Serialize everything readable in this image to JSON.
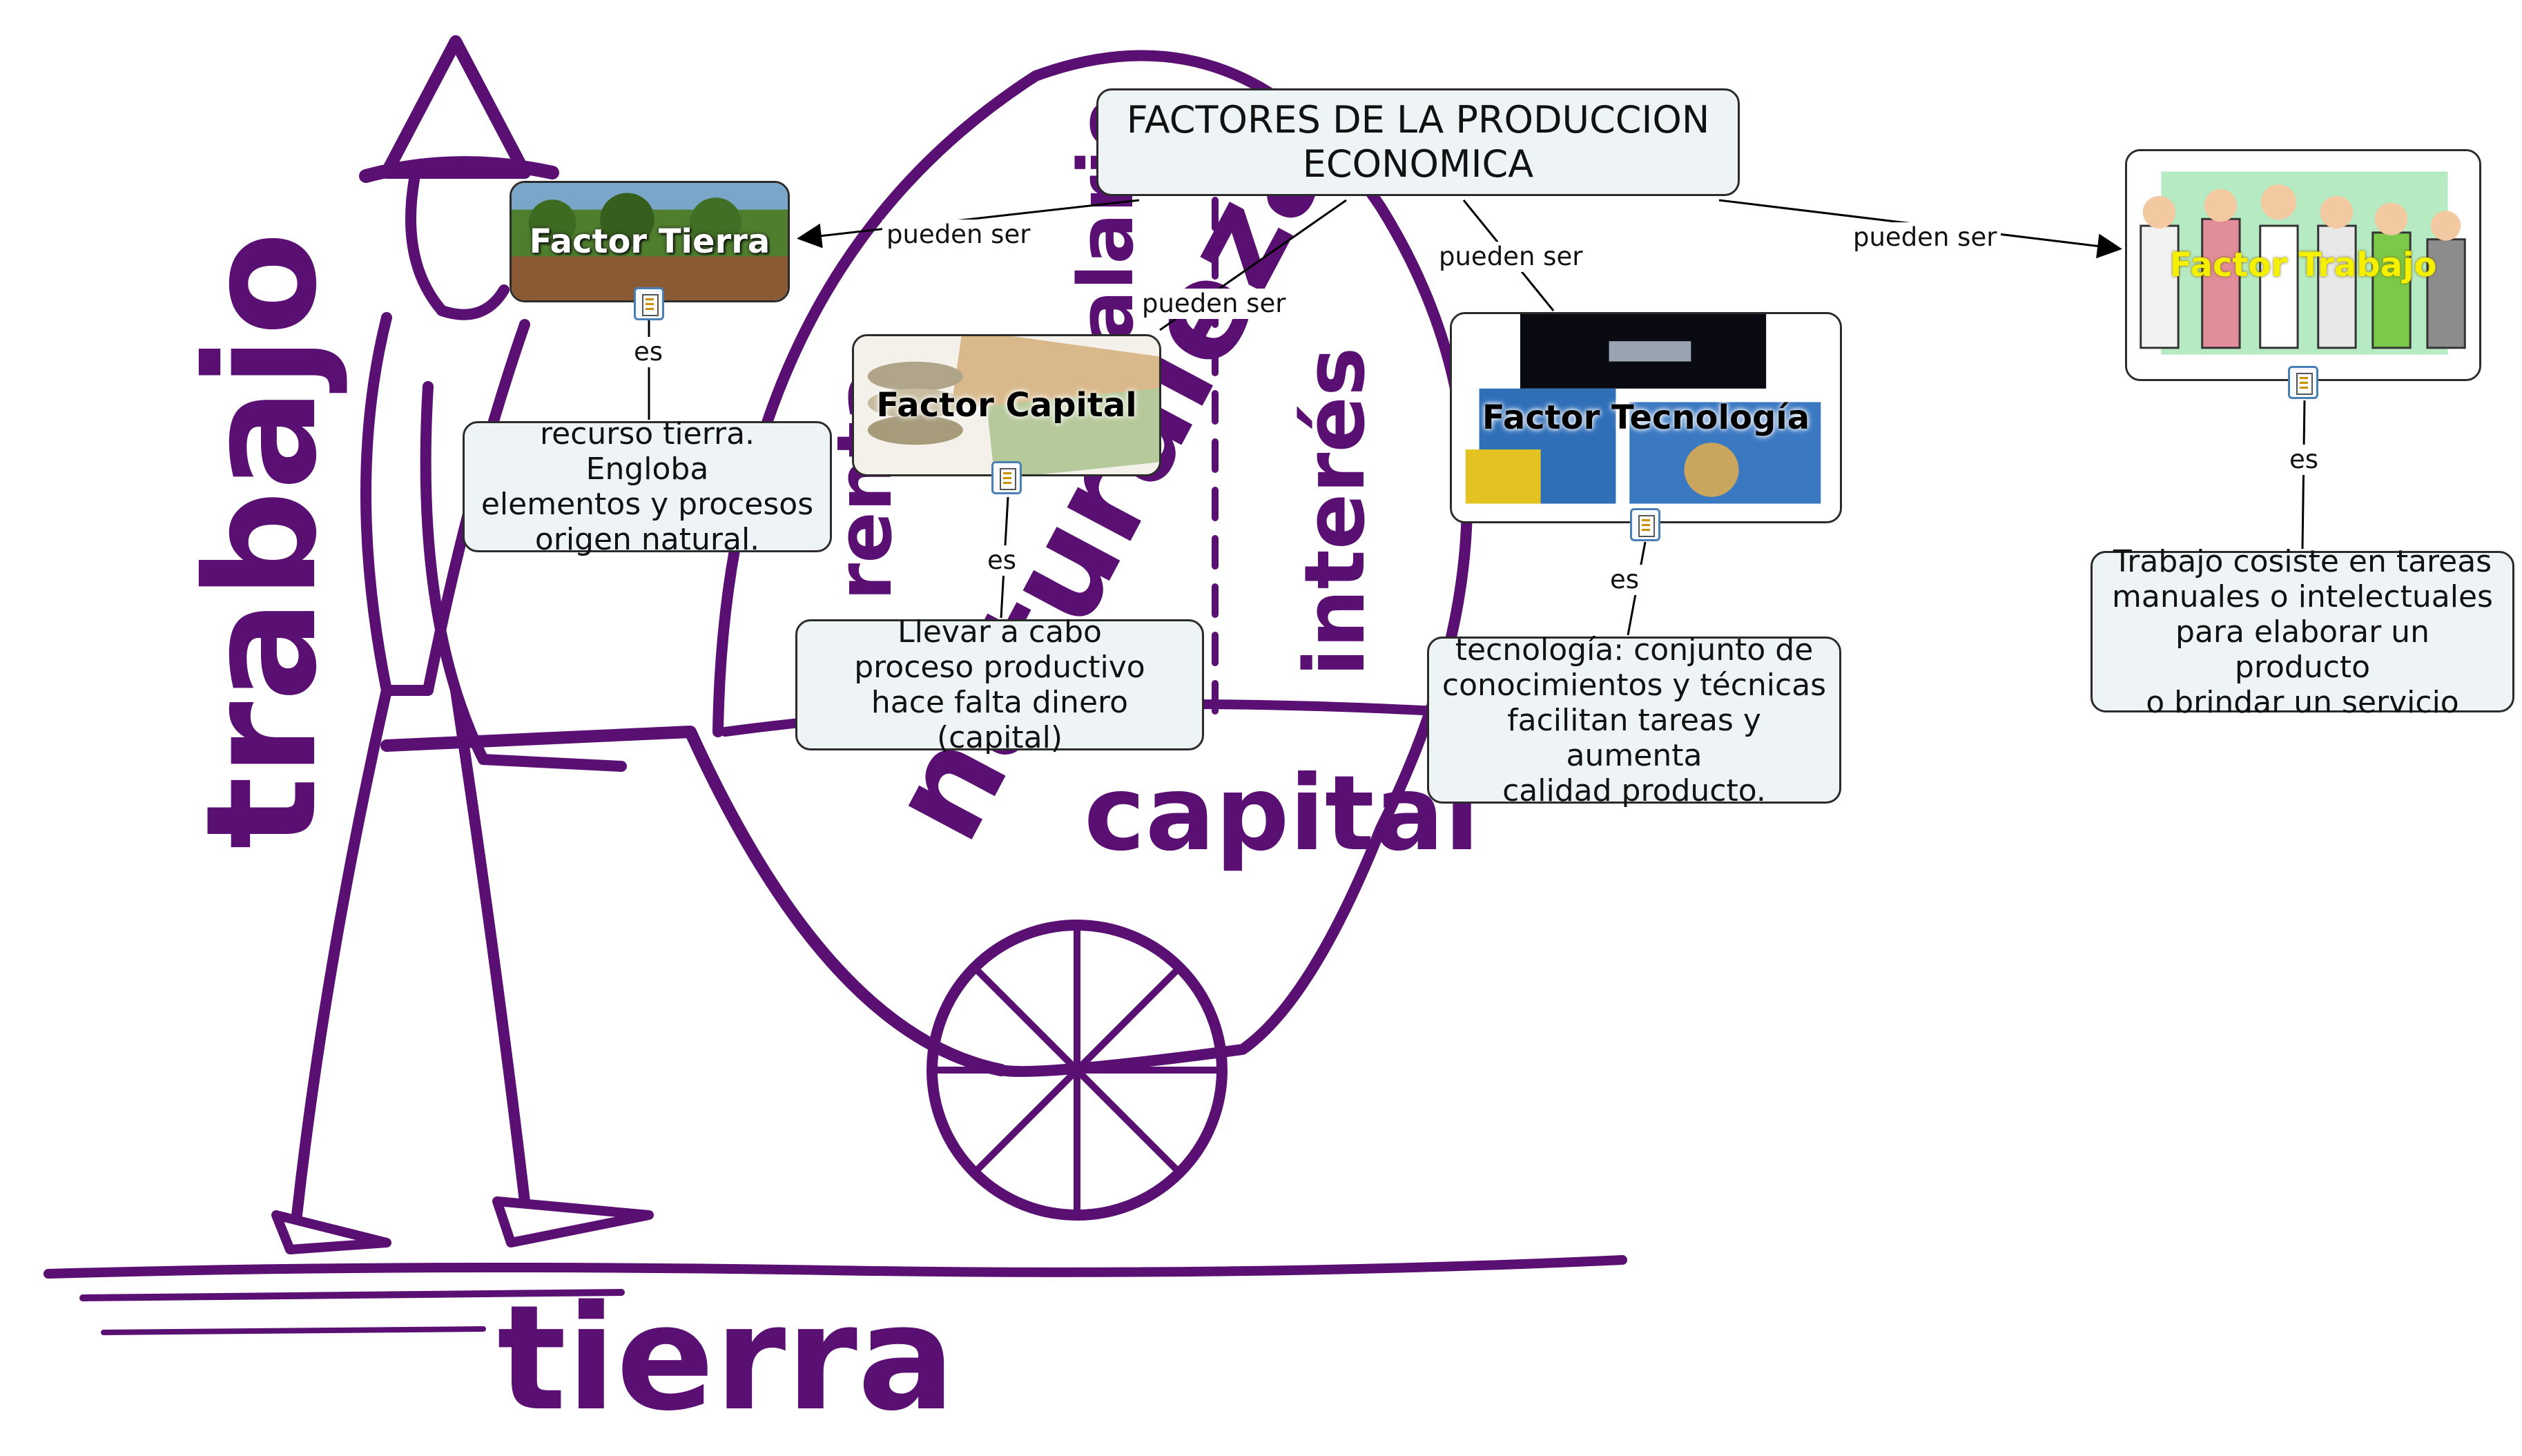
{
  "background": {
    "words": {
      "trabajo": "trabajo",
      "tierra": "tierra",
      "capital": "capital",
      "interes": "interés",
      "naturaleza_partial": "naturaleza",
      "renta_partial": "renta",
      "salario_partial": "salario"
    },
    "ink_color": "#5a0f73"
  },
  "title": "FACTORES DE LA PRODUCCION\nECONOMICA",
  "concepts": {
    "tierra": {
      "label": "Factor Tierra",
      "description": "recurso tierra. Engloba\nelementos y procesos\norigen natural."
    },
    "capital": {
      "label": "Factor Capital",
      "description": "Llevar a cabo\nproceso productivo\nhace falta dinero (capital)"
    },
    "tecnologia": {
      "label": "Factor Tecnología",
      "description": "tecnología: conjunto de\nconocimientos y técnicas\nfacilitan tareas y aumenta\ncalidad producto."
    },
    "trabajo": {
      "label": "Factor Trabajo",
      "description": "Trabajo cosiste en tareas\nmanuales o intelectuales\npara elaborar un producto\no brindar un servicio"
    }
  },
  "links": {
    "pueden_ser": "pueden ser",
    "es": "es"
  },
  "icons": {
    "note": "note-icon"
  },
  "colors": {
    "node_fill": "#eef3f5",
    "node_border": "#2b2b2b",
    "title_trabajo_label": "#f4f000"
  }
}
